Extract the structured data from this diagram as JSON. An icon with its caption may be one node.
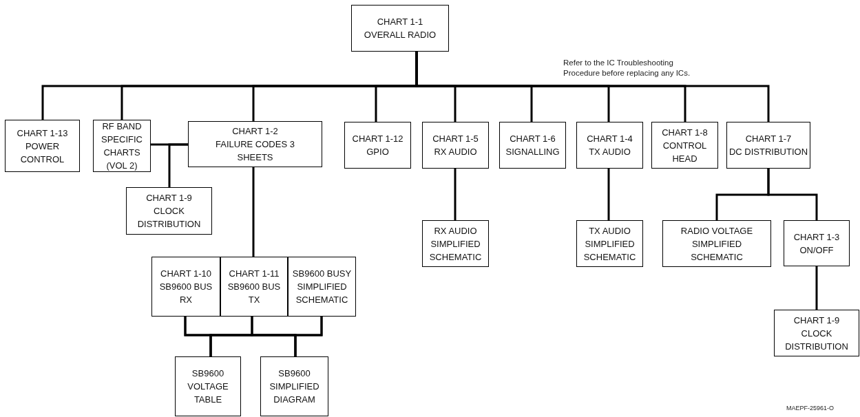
{
  "diagram": {
    "nodes": [
      {
        "text": [
          "CHART 1-1",
          "OVERALL RADIO"
        ]
      },
      {
        "text": [
          "CHART 1-13",
          "POWER CONTROL"
        ]
      },
      {
        "text": [
          "RF BAND SPECIFIC CHARTS (VOL 2)"
        ]
      },
      {
        "text": [
          "CHART 1-2",
          "FAILURE CODES 3 SHEETS"
        ]
      },
      {
        "text": [
          "CHART 1-9",
          "CLOCK DISTRIBUTION"
        ]
      },
      {
        "text": [
          "CHART 1-12",
          "GPIO"
        ]
      },
      {
        "text": [
          "CHART 1-5",
          "RX AUDIO"
        ]
      },
      {
        "text": [
          "CHART 1-6",
          "SIGNALLING"
        ]
      },
      {
        "text": [
          "CHART 1-4",
          "TX AUDIO"
        ]
      },
      {
        "text": [
          "CHART 1-8",
          "CONTROL HEAD"
        ]
      },
      {
        "text": [
          "CHART 1-7",
          "DC DISTRIBUTION"
        ]
      },
      {
        "text": [
          "RX AUDIO SIMPLIFIED SCHEMATIC"
        ]
      },
      {
        "text": [
          "TX AUDIO SIMPLIFIED SCHEMATIC"
        ]
      },
      {
        "text": [
          "RADIO VOLTAGE SIMPLIFIED SCHEMATIC"
        ]
      },
      {
        "text": [
          "CHART 1-3",
          "ON/OFF"
        ]
      },
      {
        "text": [
          "CHART 1-9",
          "CLOCK DISTRIBUTION"
        ]
      },
      {
        "text": [
          "CHART 1-10",
          "SB9600 BUS RX"
        ]
      },
      {
        "text": [
          "CHART 1-11",
          "SB9600 BUS TX"
        ]
      },
      {
        "text": [
          "SB9600 BUSY SIMPLIFIED SCHEMATIC"
        ]
      },
      {
        "text": [
          "SB9600 VOLTAGE TABLE"
        ]
      },
      {
        "text": [
          "SB9600 SIMPLIFIED DIAGRAM"
        ]
      }
    ],
    "edges": [
      {
        "from": 0,
        "to": 1,
        "arrow": "none"
      },
      {
        "from": 0,
        "to": 2,
        "arrow": "none"
      },
      {
        "from": 0,
        "to": 3,
        "arrow": "none"
      },
      {
        "from": 0,
        "to": 5,
        "arrow": "none"
      },
      {
        "from": 0,
        "to": 6,
        "arrow": "none"
      },
      {
        "from": 0,
        "to": 7,
        "arrow": "none"
      },
      {
        "from": 0,
        "to": 8,
        "arrow": "none"
      },
      {
        "from": 0,
        "to": 9,
        "arrow": "none"
      },
      {
        "from": 0,
        "to": 10,
        "arrow": "none"
      },
      {
        "from": 3,
        "to": 2,
        "arrow": "none"
      },
      {
        "from": 3,
        "to": 4,
        "arrow": "none"
      },
      {
        "from": 3,
        "to": 17,
        "arrow": "none"
      },
      {
        "from": 6,
        "to": 11,
        "arrow": "none"
      },
      {
        "from": 8,
        "to": 12,
        "arrow": "none"
      },
      {
        "from": 10,
        "to": 13,
        "arrow": "none"
      },
      {
        "from": 10,
        "to": 14,
        "arrow": "none"
      },
      {
        "from": 14,
        "to": 15,
        "arrow": "none"
      },
      {
        "from": 16,
        "to": 19,
        "arrow": "none"
      },
      {
        "from": 16,
        "to": 20,
        "arrow": "none"
      },
      {
        "from": 17,
        "to": 19,
        "arrow": "none"
      },
      {
        "from": 17,
        "to": 20,
        "arrow": "none"
      },
      {
        "from": 18,
        "to": 19,
        "arrow": "none"
      },
      {
        "from": 18,
        "to": 20,
        "arrow": "none"
      }
    ],
    "labels": [
      "Refer to the IC Troubleshooting Procedure before replacing any ICs.",
      "MAEPF-25961-O"
    ]
  }
}
